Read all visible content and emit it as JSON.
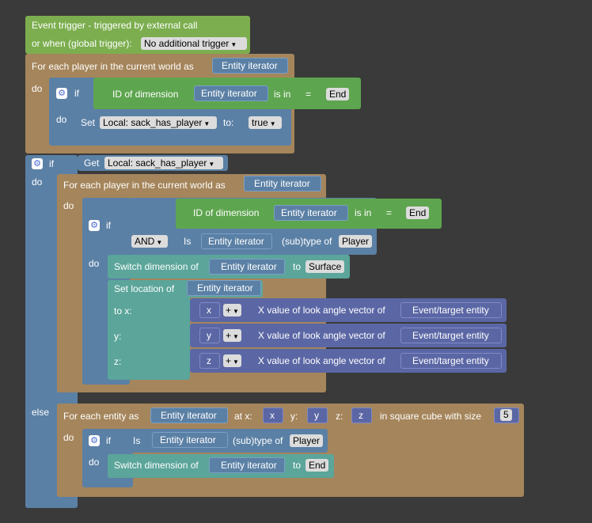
{
  "event": {
    "line1": "Event trigger - triggered by external call",
    "line2": "or when (global trigger):",
    "trigger_value": "No additional trigger"
  },
  "loop1": {
    "label": "For each player in the current world as",
    "iterator": "Entity iterator",
    "do": "do",
    "if_label": "if",
    "id_of_dimension": "ID of dimension",
    "iterator2": "Entity iterator",
    "is_in": "is in",
    "eq": "=",
    "end": "End",
    "do2": "do",
    "set": "Set",
    "var": "Local: sack_has_player",
    "to": "to:",
    "true_value": "true"
  },
  "if2": {
    "if_label": "if",
    "get": "Get",
    "var": "Local: sack_has_player",
    "do": "do",
    "loop_label": "For each player in the current world as",
    "iterator": "Entity iterator",
    "do2": "do",
    "inner_if": "if",
    "id_of_dimension": "ID of dimension",
    "iterator2": "Entity iterator",
    "is_in": "is in",
    "eq": "=",
    "end": "End",
    "and": "AND",
    "is": "Is",
    "iterator3": "Entity iterator",
    "subtype_of": "(sub)type of",
    "player": "Player",
    "do3": "do",
    "switch_label": "Switch dimension of",
    "iterator4": "Entity iterator",
    "to": "to",
    "surface": "Surface",
    "set_location": "Set location of",
    "iterator5": "Entity iterator",
    "to_x": "to x:",
    "y_label": "y:",
    "z_label": "z:",
    "coords": [
      {
        "axis": "x",
        "op": "+",
        "label": "X value of look angle vector of",
        "target": "Event/target entity"
      },
      {
        "axis": "y",
        "op": "+",
        "label": "X value of look angle vector of",
        "target": "Event/target entity"
      },
      {
        "axis": "z",
        "op": "+",
        "label": "X value of look angle vector of",
        "target": "Event/target entity"
      }
    ]
  },
  "else_branch": {
    "else": "else",
    "loop_label": "For each entity as",
    "iterator": "Entity iterator",
    "at_x": "at x:",
    "x": "x",
    "y_label": "y:",
    "y": "y",
    "z_label": "z:",
    "z": "z",
    "cube": "in square cube with size",
    "size": "5",
    "do": "do",
    "if_label": "if",
    "is": "Is",
    "iterator2": "Entity iterator",
    "subtype_of": "(sub)type of",
    "player": "Player",
    "do2": "do",
    "switch_label": "Switch dimension of",
    "iterator3": "Entity iterator",
    "to": "to",
    "end": "End"
  },
  "colors": {
    "event": "#7cae4f",
    "logic": "#5ea54f",
    "control": "#5b80a5",
    "loop": "#a5855b",
    "action": "#5ba59a",
    "math": "#5b67a5",
    "background": "#3a3a3a"
  }
}
